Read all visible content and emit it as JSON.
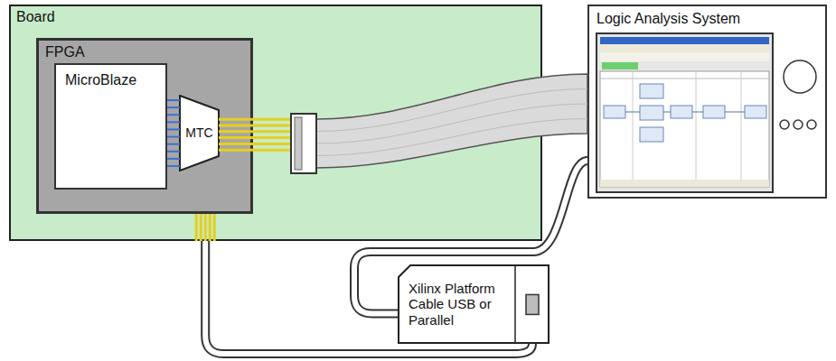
{
  "diagram": {
    "nodes": [
      {
        "text": [
          "Board"
        ]
      },
      {
        "text": [
          "FPGA"
        ],
        "in": 0
      },
      {
        "text": [
          "MicroBlaze"
        ],
        "in": 1
      },
      {
        "text": [
          "MTC"
        ],
        "in": 1
      },
      {
        "text": [
          "Logic Analysis System"
        ]
      },
      {
        "text": [
          "Xilinx Platform Cable USB or Parallel"
        ]
      }
    ],
    "edges": [
      {
        "from": 2,
        "to": 3,
        "arrow": "none"
      },
      {
        "from": 3,
        "to": 4,
        "arrow": "none"
      },
      {
        "from": 4,
        "to": 5,
        "arrow": "none"
      },
      {
        "from": 1,
        "to": 5,
        "arrow": "none"
      }
    ]
  }
}
